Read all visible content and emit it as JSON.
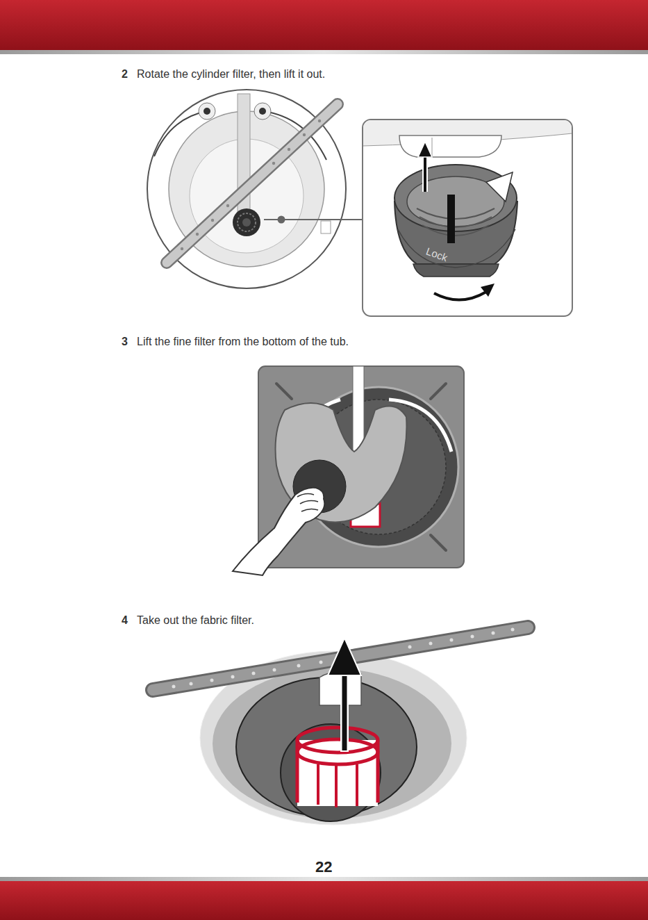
{
  "diagram": {
    "labels": [
      "2",
      "Rotate the cylinder filter, then lift it out.",
      "Lock",
      "3",
      "Lift the fine filter from the bottom of the tub.",
      "4",
      "Take out the fabric filter.",
      "22"
    ]
  }
}
